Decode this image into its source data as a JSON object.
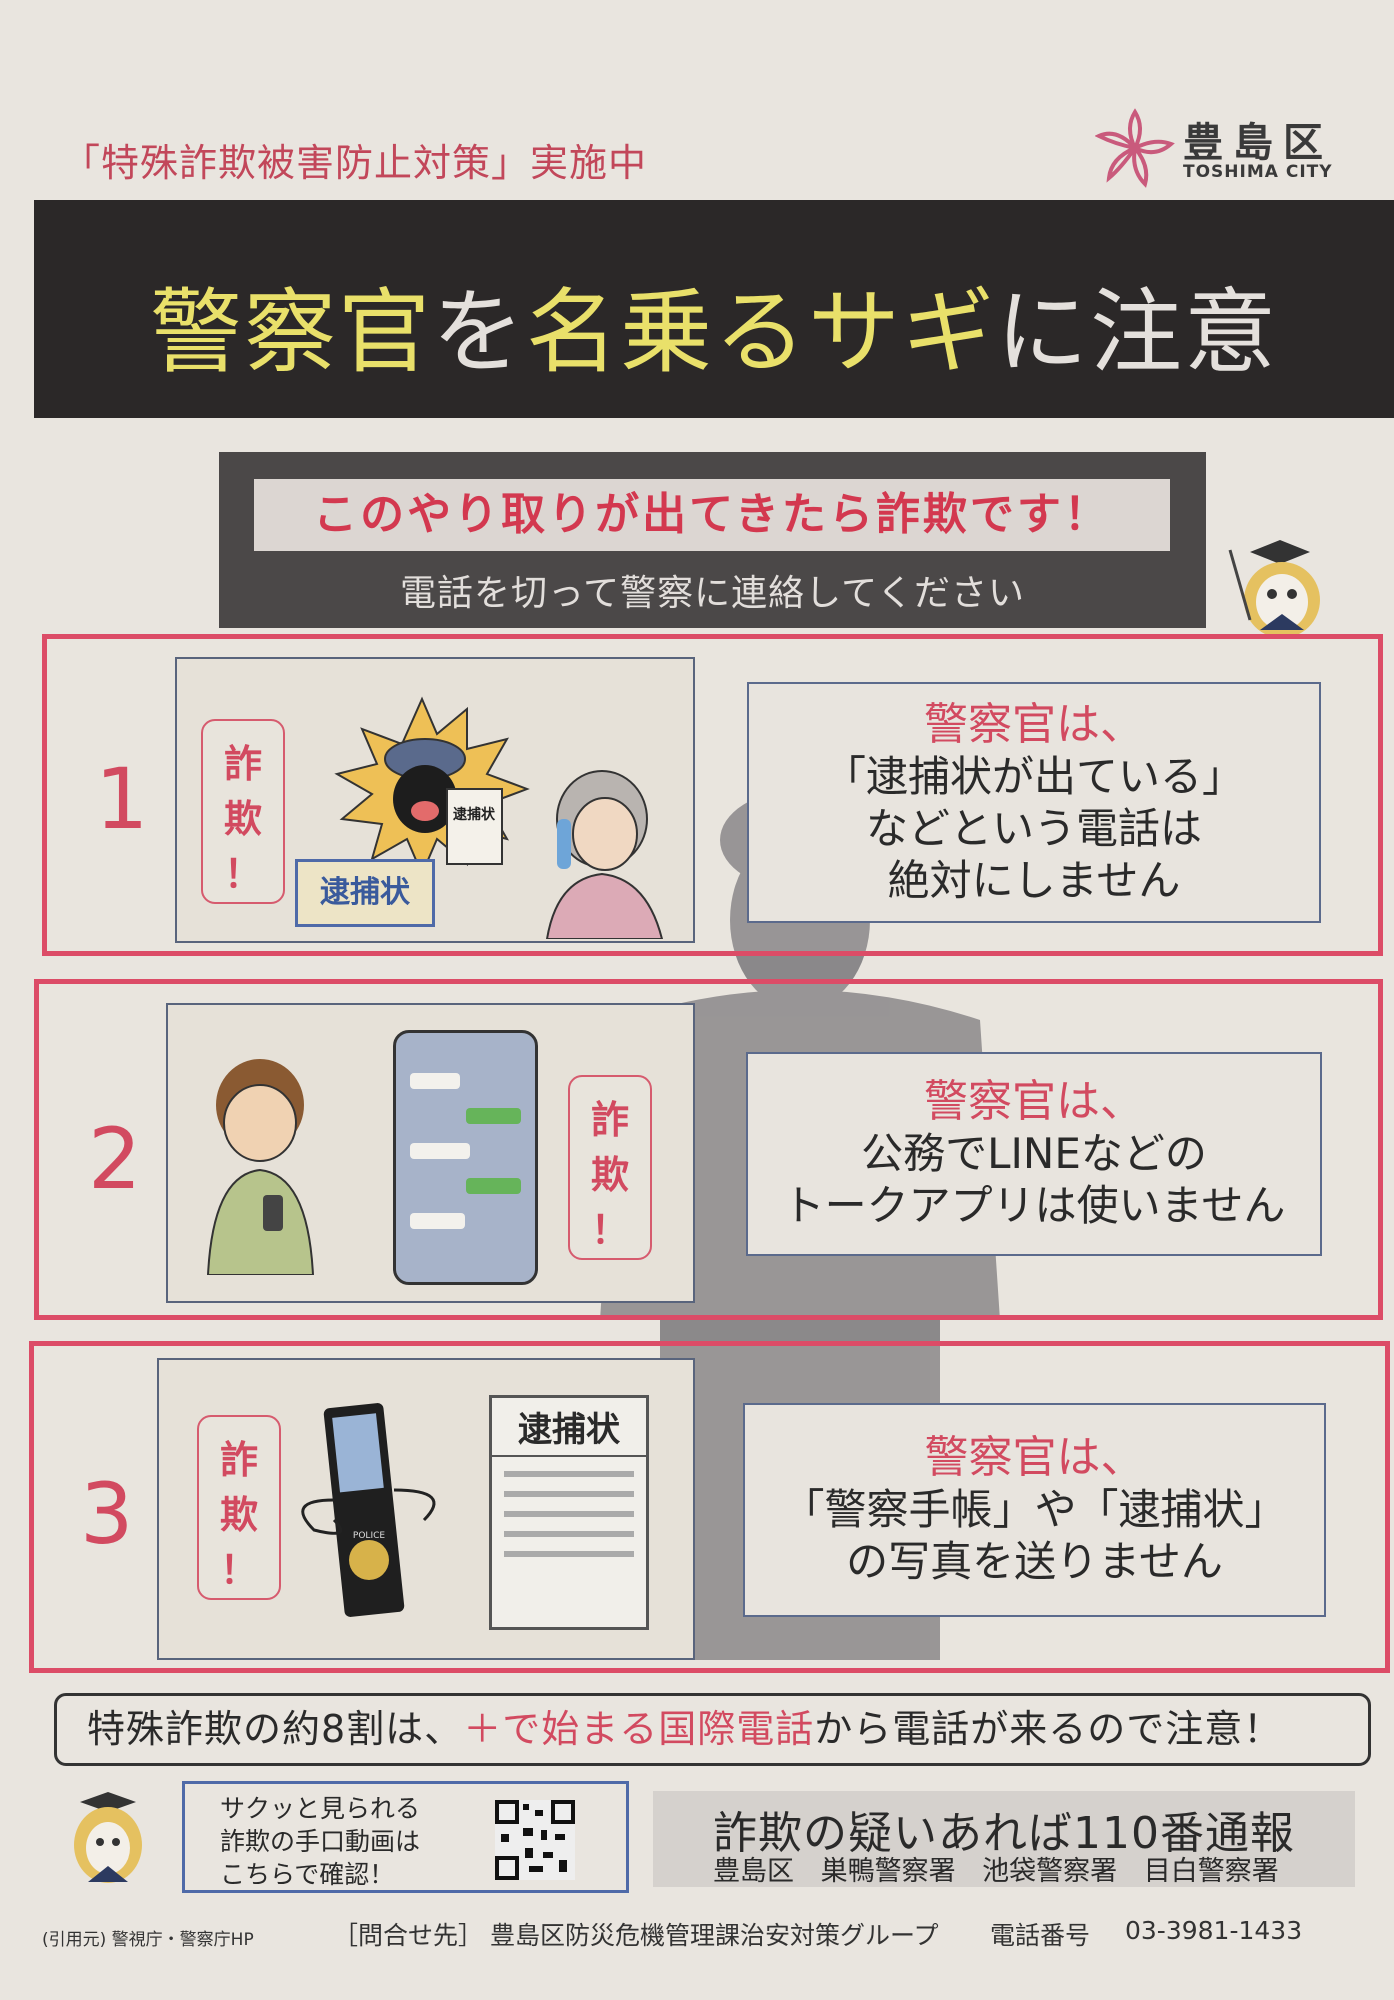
{
  "header": {
    "campaign": "「特殊詐欺被害防止対策」実施中",
    "logo": {
      "jp": "豊島区",
      "en": "TOSHIMA CITY"
    },
    "title": {
      "part1": "警察官",
      "part2": "を",
      "part3": "名乗るサギ",
      "part4": "に注意"
    }
  },
  "alert": {
    "headline": "このやり取りが出てきたら詐欺です！",
    "instruction": "電話を切って警察に連絡してください"
  },
  "panels": [
    {
      "number": "1",
      "sagi": [
        "詐",
        "欺",
        "！"
      ],
      "illus_label": "逮捕状",
      "doc_label": "逮捕状",
      "lead": "警察官は、",
      "lines": [
        "「逮捕状が出ている」",
        "などという電話は",
        "絶対にしません"
      ]
    },
    {
      "number": "2",
      "sagi": [
        "詐",
        "欺",
        "！"
      ],
      "lead": "警察官は、",
      "lines": [
        "公務でLINEなどの",
        "トークアプリは使いません"
      ]
    },
    {
      "number": "3",
      "sagi": [
        "詐",
        "欺",
        "！"
      ],
      "doc_label": "逮捕状",
      "badge_label": "POLICE",
      "lead": "警察官は、",
      "lines": [
        "「警察手帳」や「逮捕状」",
        "の写真を送りません"
      ]
    }
  ],
  "notice": {
    "pre": "特殊詐欺の約8割は、",
    "red": "＋で始まる国際電話",
    "post": "から電話が来るので注意！"
  },
  "video": {
    "lines": [
      "サクッと見られる",
      "詐欺の手口動画は",
      "こちらで確認！"
    ]
  },
  "call": {
    "headline": "詐欺の疑いあれば110番通報",
    "stations": "豊島区 巣鴨警察署 池袋警察署 目白警察署"
  },
  "footer": {
    "source": "(引用元) 警視庁・警察庁HP",
    "contact_label": "［問合せ先］",
    "contact": "豊島区防災危機管理課治安対策グループ",
    "phone_label": "電話番号",
    "phone": "03-3981-1433"
  },
  "colors": {
    "red": "#d24a60",
    "yellow": "#e9e06a",
    "dark": "#2b2828"
  }
}
